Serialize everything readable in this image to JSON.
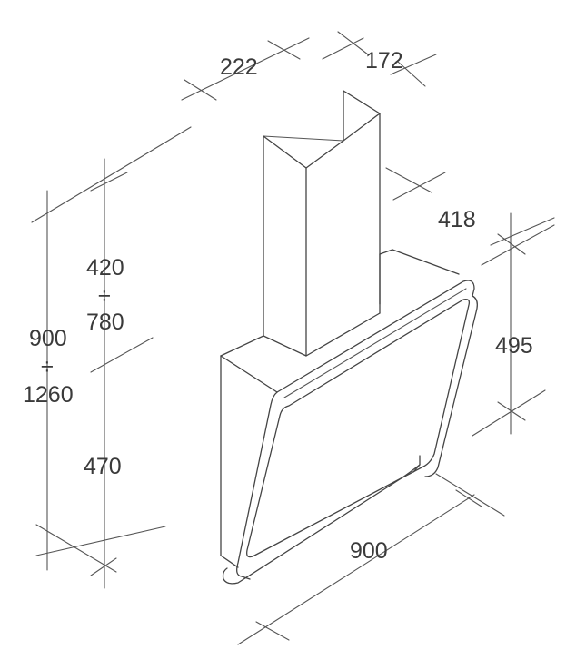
{
  "dimensions": {
    "chimney_width": "222",
    "chimney_depth": "172",
    "hood_depth": "418",
    "chimney_height_range": {
      "min": "420",
      "separator": "÷",
      "max": "780"
    },
    "total_height_range": {
      "min": "900",
      "separator": "÷",
      "max": "1260"
    },
    "hood_height_lower": "470",
    "hood_front_height": "495",
    "hood_width": "900"
  },
  "colors": {
    "line": "#444444",
    "text": "#3a3a3a",
    "background": "#ffffff"
  }
}
